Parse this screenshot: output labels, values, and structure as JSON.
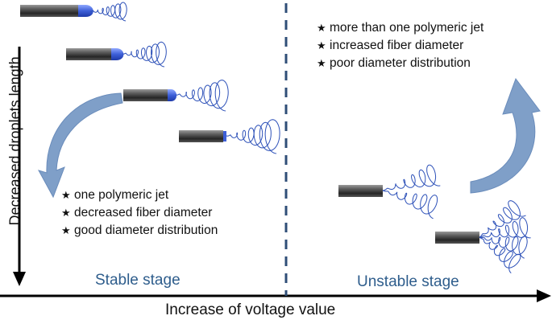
{
  "axes": {
    "x_label": "Increase of voltage value",
    "y_label": "Decreased droplets length"
  },
  "stable": {
    "label": "Stable stage",
    "bullets": [
      "one polymeric jet",
      "decreased fiber diameter",
      "good diameter distribution"
    ]
  },
  "unstable": {
    "label": "Unstable stage",
    "bullets": [
      "more than one polymeric jet",
      "increased fiber diameter",
      "poor diameter distribution"
    ]
  },
  "bullet_glyph": "★",
  "colors": {
    "axis": "#000000",
    "divider": "#2f4e77",
    "stage_text": "#2e5d8c",
    "curved_arrow": "#7f9fc8",
    "droplet": "#3d5fd8",
    "spiral": "#2c50b8"
  }
}
